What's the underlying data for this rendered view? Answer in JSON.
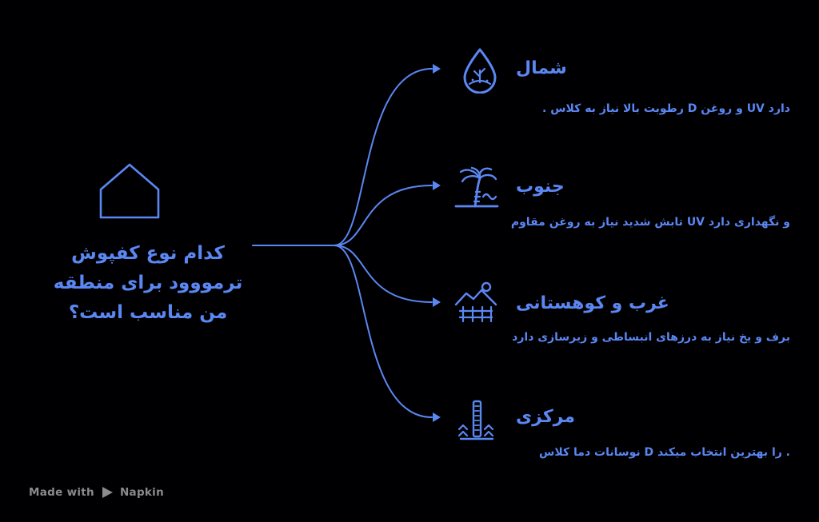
{
  "colors": {
    "accent": "#5b87f2",
    "footer_gray": "#8a8a8f",
    "background": "#000002"
  },
  "root": {
    "icon": "house-icon",
    "title_lines": [
      "کدام نوع کفپوش",
      "ترمووود برای منطقه",
      "من مناسب است؟"
    ]
  },
  "branches": [
    {
      "icon": "droplet-plant-icon",
      "title": "شمال",
      "subtitle_text": "رطوبت بالا نیاز به کلاس D و روغن UV دارد.",
      "subtitle_tokens_ltr": [
        ".",
        "کلاس",
        "به",
        "نیاز",
        "بالا",
        "رطوبت",
        "D",
        "روغن",
        "و",
        "UV",
        "دارد"
      ]
    },
    {
      "icon": "palm-beach-icon",
      "title": "جنوب",
      "subtitle_text": "تابش شدید نیاز به روغن مقاوم UV و نگهداری دارد",
      "subtitle_tokens_ltr": [
        "مقاوم",
        "روغن",
        "به",
        "نیاز",
        "شدید",
        "تابش",
        "UV",
        "دارد",
        "نگهداری",
        "و"
      ]
    },
    {
      "icon": "mountain-fence-icon",
      "title": "غرب و کوهستانی",
      "subtitle_text": "برف و یخ نیاز به درزهای انبساطی و زیرسازی دارد",
      "subtitle_tokens_ltr": [
        "دارد",
        "زیرسازی",
        "و",
        "انبساطی",
        "درزهای",
        "به",
        "نیاز",
        "یخ",
        "و",
        "برف"
      ]
    },
    {
      "icon": "thermometer-heat-icon",
      "title": "مرکزی",
      "subtitle_text": "نوسانات دما کلاس D را بهترین انتخاب میکند.",
      "subtitle_tokens_ltr": [
        "کلاس",
        "دما",
        "نوسانات",
        "D",
        "میکند",
        "انتخاب",
        "بهترین",
        "را",
        "."
      ]
    }
  ],
  "footer": {
    "made_with": "Made with",
    "brand": "Napkin"
  }
}
